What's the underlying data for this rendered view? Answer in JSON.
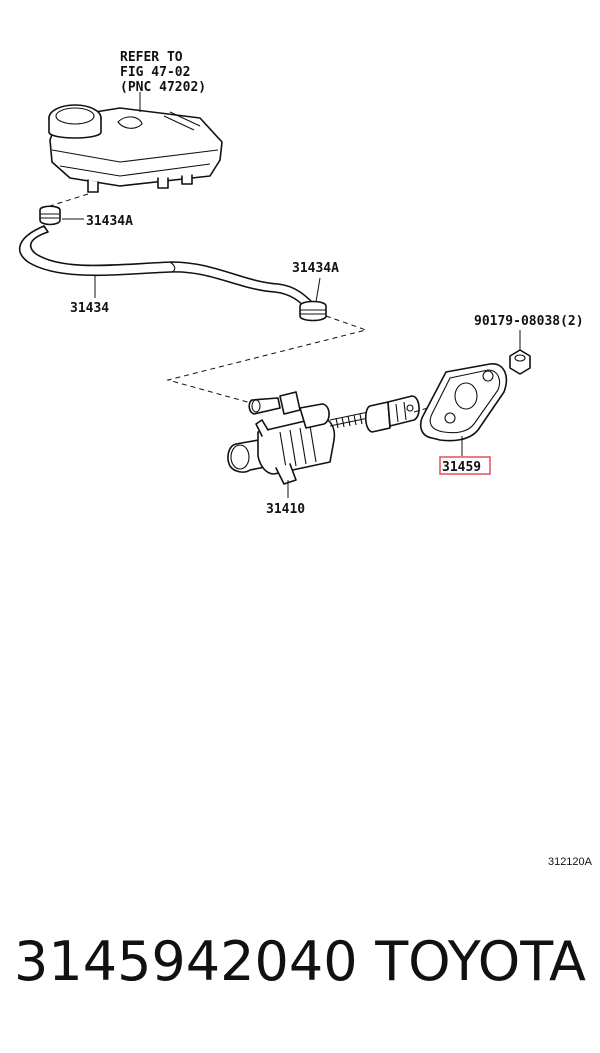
{
  "callouts": {
    "refer_line1": "REFER TO",
    "refer_line2": "FIG 47-02",
    "refer_line3": "(PNC 47202)",
    "clamp_upper": "31434A",
    "hose": "31434",
    "clamp_lower": "31434A",
    "nut": "90179-08038(2)",
    "gasket": "31459",
    "cylinder": "31410"
  },
  "figure_code": "312120A",
  "footer": {
    "part_number": "3145942040",
    "brand": "TOYOTA"
  },
  "colors": {
    "highlight": "#e0505a",
    "line": "#111111"
  }
}
